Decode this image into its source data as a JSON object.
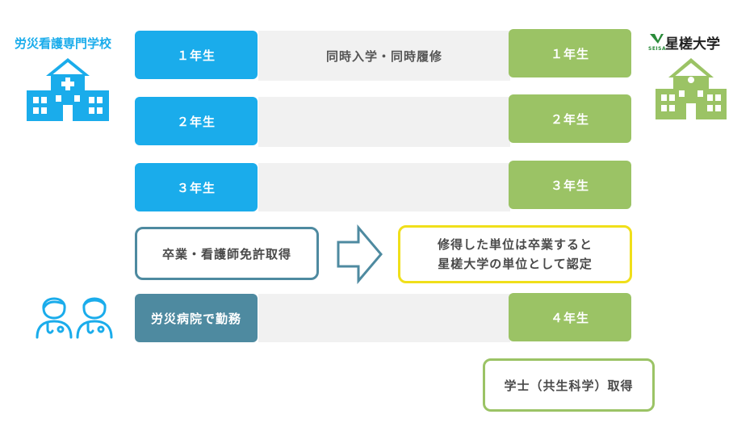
{
  "left_school": {
    "name": "労災看護専門学校",
    "color": "#1aaceb"
  },
  "right_school": {
    "name": "星槎大学",
    "logo_text": "SEISA",
    "color": "#9bc365"
  },
  "rows": [
    {
      "left_label": "１年生",
      "middle_label": "同時入学・同時履修",
      "right_label": "１年生"
    },
    {
      "left_label": "２年生",
      "middle_label": "",
      "right_label": "２年生"
    },
    {
      "left_label": "３年生",
      "middle_label": "",
      "right_label": "３年生"
    }
  ],
  "graduation": {
    "label": "卒業・看護師免許取得"
  },
  "credit_note": {
    "line1": "修得した単位は卒業すると",
    "line2": "星槎大学の単位として認定"
  },
  "work": {
    "label": "労災病院で勤務",
    "right_label": "４年生"
  },
  "degree": {
    "label": "学士（共生科学）取得"
  },
  "colors": {
    "teal": "#4e8aa0",
    "yellow": "#f0df1a",
    "band": "#f1f1f1"
  }
}
